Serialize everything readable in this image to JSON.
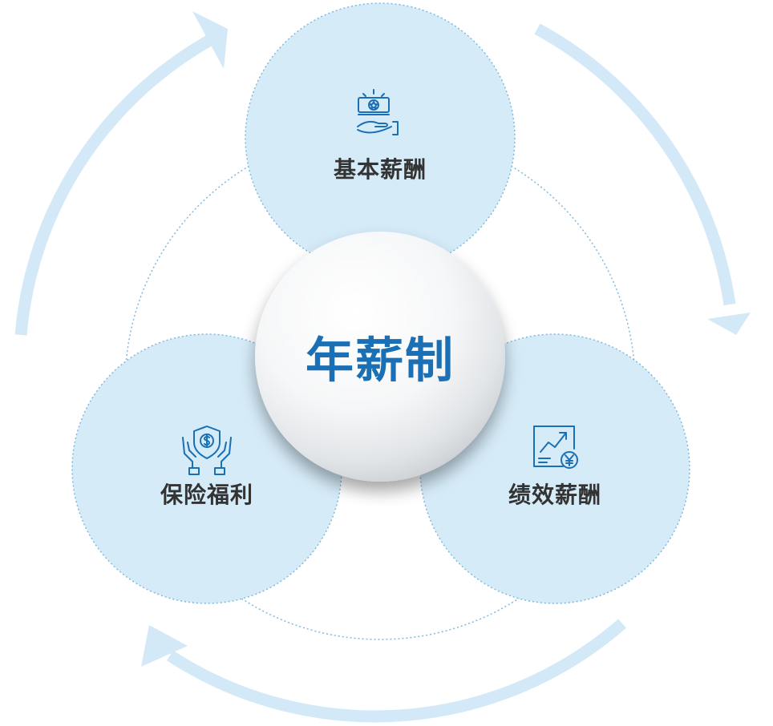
{
  "center": {
    "title": "年薪制"
  },
  "components": [
    {
      "id": "basic",
      "label": "基本薪酬",
      "icon": "salary-hand-icon"
    },
    {
      "id": "insurance",
      "label": "保险福利",
      "icon": "insurance-hands-shield-icon"
    },
    {
      "id": "performance",
      "label": "绩效薪酬",
      "icon": "performance-chart-yen-icon"
    }
  ],
  "colors": {
    "circle_fill": "#d5ebf8",
    "circle_border": "#7fb9e0",
    "arrow": "#d3e9f7",
    "icon_stroke": "#1a6fb5",
    "center_text": "#1a6fb5",
    "label_text": "#333333"
  }
}
